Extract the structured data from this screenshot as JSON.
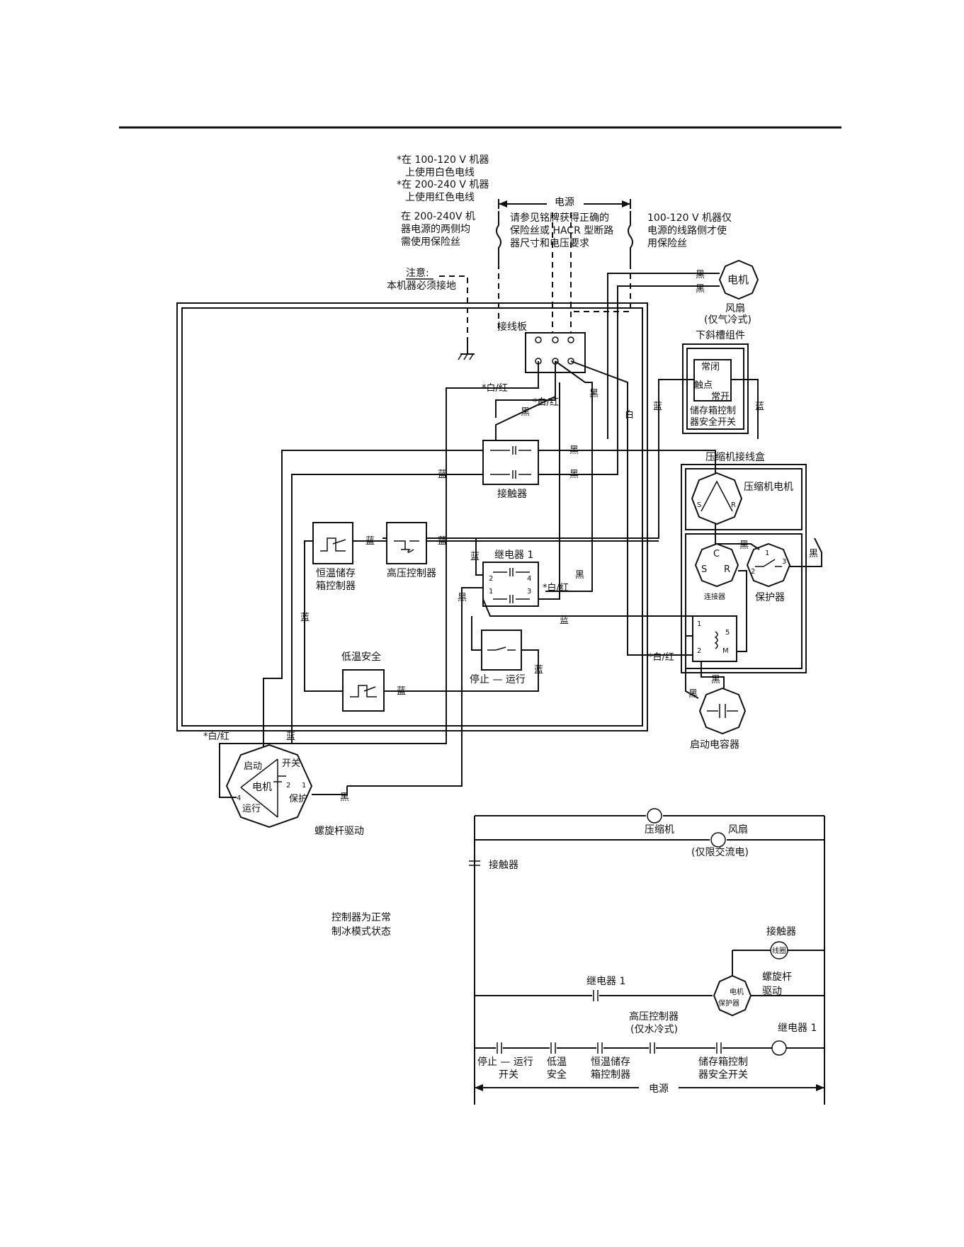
{
  "notes": {
    "wire_100_120_line1": "*在 100-120 V 机器",
    "wire_100_120_line2": "上使用白色电线",
    "wire_200_240_line1": "*在 200-240 V 机器",
    "wire_200_240_line2": "上使用红色电线",
    "fuse_both_line1": "在 200-240V 机",
    "fuse_both_line2": "器电源的两侧均",
    "fuse_both_line3": "需使用保险丝",
    "power_label": "电源",
    "nameplate_line1": "请参见铭牌获得正确的",
    "nameplate_line2": "保险丝或 HACR 型断路",
    "nameplate_line3": "器尺寸和电压要求",
    "fuse_line_side_line1": "100-120 V 机器仅",
    "fuse_line_side_line2": "电源的线路侧才使",
    "fuse_line_side_line3": "用保险丝",
    "ground_line1": "注意:",
    "ground_line2": "本机器必须接地"
  },
  "components": {
    "fan_motor": "电机",
    "fan_line1": "风扇",
    "fan_line2": "(仅气冷式)",
    "terminal_board": "接线板",
    "chute_assembly": "下斜槽组件",
    "nc": "常闭",
    "contact": "触点",
    "no": "常开",
    "bin_switch_line1": "储存箱控制",
    "bin_switch_line2": "器安全开关",
    "compressor_box": "压缩机接线盒",
    "compressor_motor": "压缩机电机",
    "connector": "连接器",
    "protector": "保护器",
    "start_capacitor": "启动电容器",
    "contactor": "接触器",
    "relay1": "继电器 1",
    "bin_thermostat_line1": "恒温储存",
    "bin_thermostat_line2": "箱控制器",
    "high_pressure": "高压控制器",
    "low_temp": "低温安全",
    "stop_run": "停止 — 运行",
    "auger_motor": "电机",
    "auger_start": "启动",
    "auger_run": "运行",
    "auger_switch": "开关",
    "auger_protect": "保护",
    "auger_drive": "螺旋杆驱动"
  },
  "wires": {
    "black": "黑",
    "blue": "蓝",
    "white": "白",
    "white_red": "*白/红"
  },
  "pins": {
    "p1": "1",
    "p2": "2",
    "p3": "3",
    "p4": "4",
    "p5": "5",
    "c": "C",
    "s": "S",
    "r": "R",
    "m": "M"
  },
  "ladder": {
    "compressor": "压缩机",
    "fan": "风扇",
    "ac_only": "(仅限交流电)",
    "contactor": "接触器",
    "state_line1": "控制器为正常",
    "state_line2": "制冰模式状态",
    "contactor_coil": "接触器",
    "relay1": "继电器 1",
    "auger_line1": "螺旋杆",
    "auger_line2": "驱动",
    "motor": "电机",
    "protector": "保护器",
    "hp_line1": "高压控制器",
    "hp_line2": "(仅水冷式)",
    "relay1_coil": "继电器 1",
    "stop_run_line1": "停止 — 运行",
    "stop_run_line2": "开关",
    "low_temp_line1": "低温",
    "low_temp_line2": "安全",
    "bin_thermo_line1": "恒温储存",
    "bin_thermo_line2": "箱控制器",
    "bin_safety_line1": "储存箱控制",
    "bin_safety_line2": "器安全开关",
    "power": "电源",
    "coil_tag": "线圈"
  }
}
